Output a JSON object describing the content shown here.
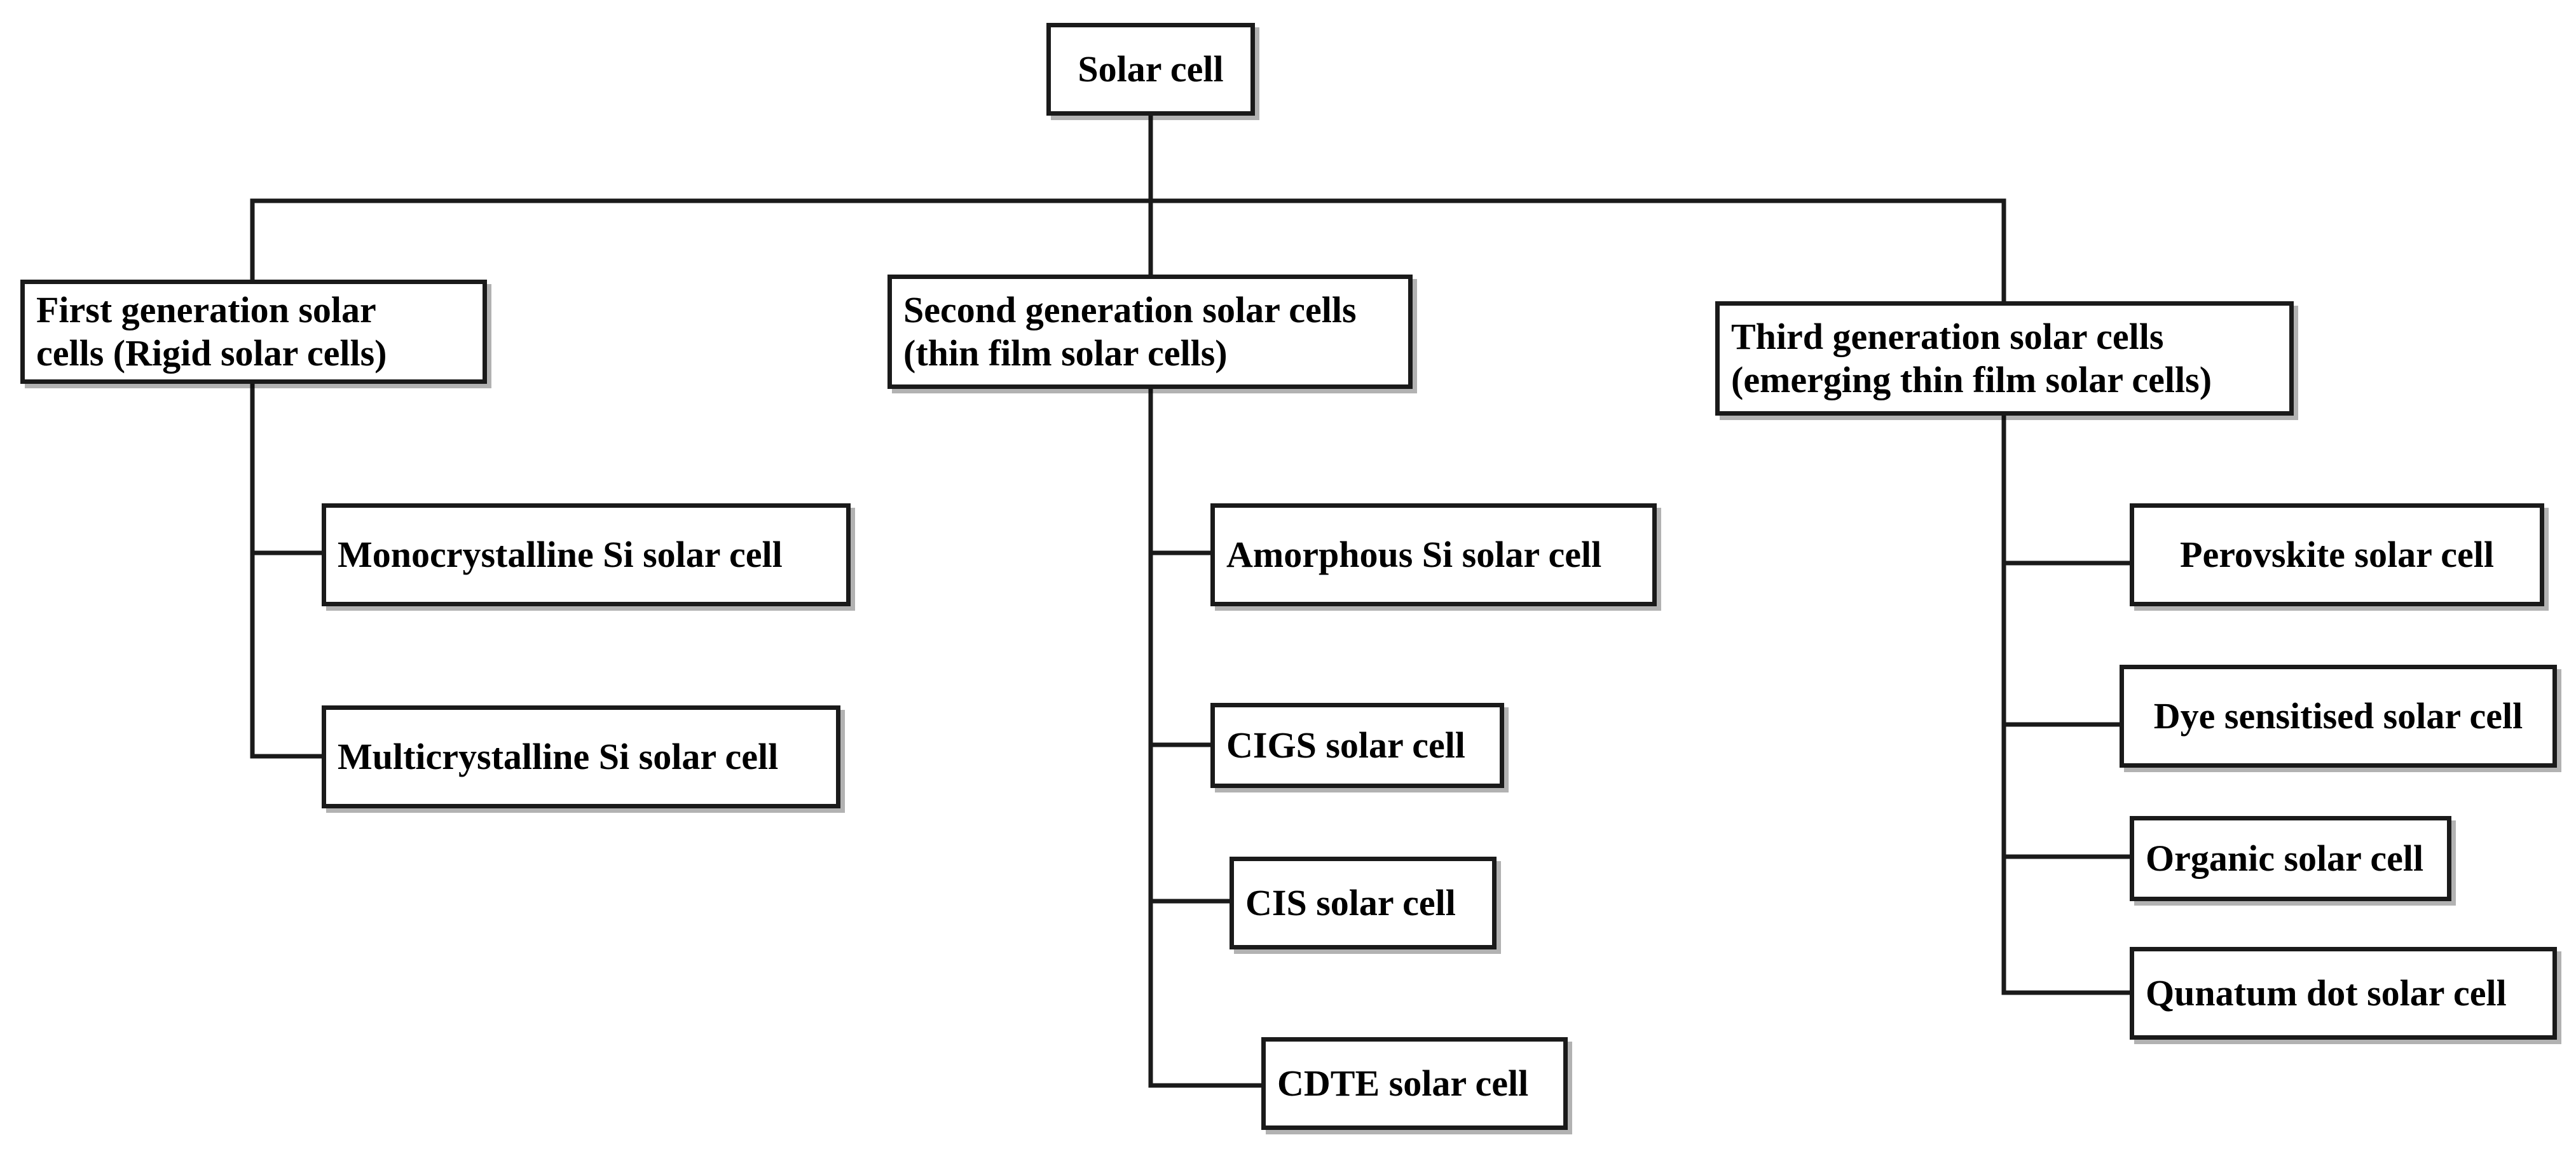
{
  "diagram": {
    "root": {
      "label": "Solar cell"
    },
    "generations": [
      {
        "line1": "First generation solar",
        "line2": "cells (Rigid solar cells)",
        "children": [
          "Monocrystalline Si solar cell",
          "Multicrystalline Si solar cell"
        ]
      },
      {
        "line1": "Second generation solar cells",
        "line2": "(thin film solar cells)",
        "children": [
          "Amorphous Si solar cell",
          "CIGS solar cell",
          "CIS solar cell",
          "CDTE solar cell"
        ]
      },
      {
        "line1": "Third generation solar cells",
        "line2": "(emerging thin film solar cells)",
        "children": [
          "Perovskite solar cell",
          "Dye sensitised solar cell",
          "Organic solar cell",
          "Qunatum dot solar cell"
        ]
      }
    ],
    "colors": {
      "line": "#1a1a1a",
      "box_border": "#1a1a1a",
      "text": "#000000",
      "background": "#ffffff"
    }
  }
}
